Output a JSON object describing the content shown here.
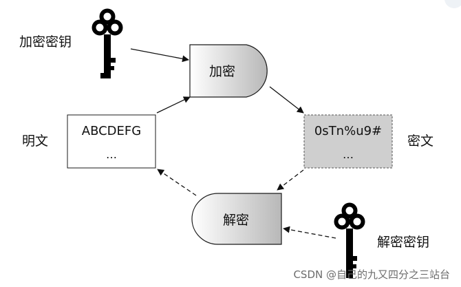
{
  "labels": {
    "encrypt_key": "加密密钥",
    "decrypt_key": "解密密钥",
    "plaintext": "明文",
    "ciphertext": "密文",
    "encrypt": "加密",
    "decrypt": "解密"
  },
  "plaintext_box": {
    "line1": "ABCDEFG",
    "line2": "…"
  },
  "ciphertext_box": {
    "line1": "0sTn%u9#",
    "line2": "…"
  },
  "watermark": "CSDN @自己的九又四分之三站台",
  "colors": {
    "stroke": "#1a1a1a",
    "cipher_fill": "#cfcfcf",
    "gate_light": "#ffffff",
    "gate_dark": "#bdbdbd"
  },
  "icons": [
    "key-icon",
    "key-icon"
  ]
}
